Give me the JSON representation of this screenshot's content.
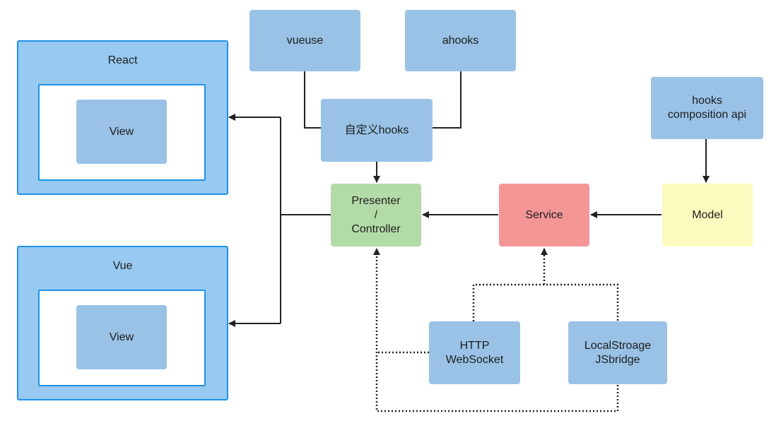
{
  "nodes": {
    "react_title": "React",
    "react_view": "View",
    "vue_title": "Vue",
    "vue_view": "View",
    "vueuse": "vueuse",
    "ahooks": "ahooks",
    "custom_hooks": "自定义hooks",
    "presenter_line1": "Presenter",
    "presenter_line2": "/",
    "presenter_line3": "Controller",
    "service": "Service",
    "model": "Model",
    "hooks_line1": "hooks",
    "hooks_line2": "composition api",
    "http_line1": "HTTP",
    "http_line2": "WebSocket",
    "local_line1": "LocalStroage",
    "local_line2": "JSbridge"
  },
  "colors": {
    "frame_blue": "#98c9f1",
    "frame_border": "#1f93e6",
    "node_blue": "#99c2e6",
    "presenter_green": "#b3dba8",
    "service_red": "#f49696",
    "model_yellow": "#fbfbbf",
    "line": "#222222"
  }
}
